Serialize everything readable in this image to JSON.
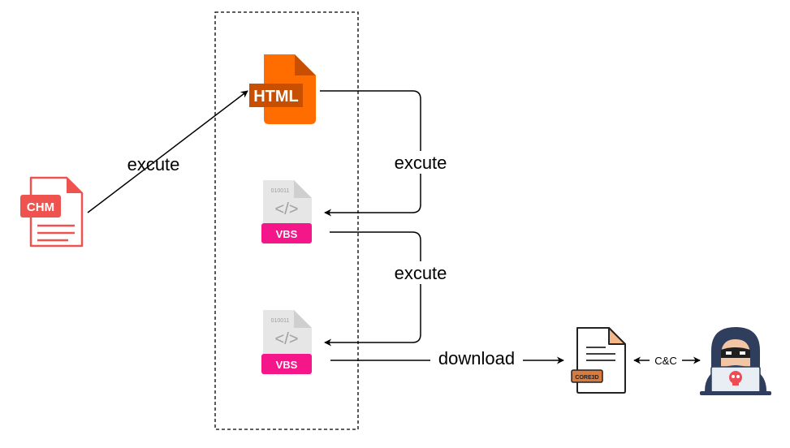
{
  "files": {
    "chm": "CHM",
    "html": "HTML",
    "vbs1_bits": "010011",
    "vbs1_code": "</>",
    "vbs1_label": "VBS",
    "vbs2_bits": "010011",
    "vbs2_code": "</>",
    "vbs2_label": "VBS",
    "payload_label": "CORE3D"
  },
  "edges": {
    "chm_to_html": "excute",
    "html_to_vbs1": "excute",
    "vbs1_to_vbs2": "excute",
    "vbs2_to_payload": "download",
    "payload_to_attacker": "C&C"
  },
  "colors": {
    "chm": "#ef5350",
    "html": "#ff6d00",
    "html_dark": "#c94f00",
    "vbs_page": "#e6e6e6",
    "vbs_badge": "#f5168a",
    "attacker_hood": "#2f3e5c",
    "attacker_skull": "#ef4b57"
  },
  "icons": [
    "chm-file-icon",
    "html-file-icon",
    "vbs-file-icon",
    "payload-document-icon",
    "hacker-icon"
  ]
}
